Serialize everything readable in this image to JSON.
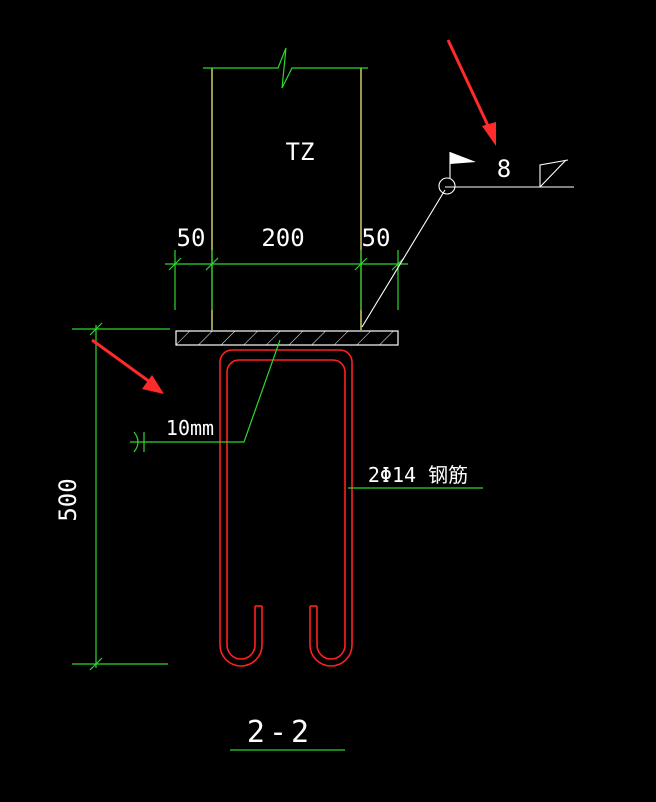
{
  "drawing": {
    "column_label": "TZ",
    "dimensions": {
      "left_offset": "50",
      "column_width": "200",
      "right_offset": "50",
      "anchor_depth": "500"
    },
    "plate_thickness": "10mm",
    "rebar_label": "2Φ14 钢筋",
    "weld_size": "8",
    "section_title": "2-2"
  },
  "colors": {
    "background": "#000000",
    "dimension_lines": "#2ed62e",
    "column_outline": "#ffff80",
    "rebar": "#ff2020",
    "plate": "#ffffff",
    "annotation_arrow": "#ff2a2a"
  }
}
